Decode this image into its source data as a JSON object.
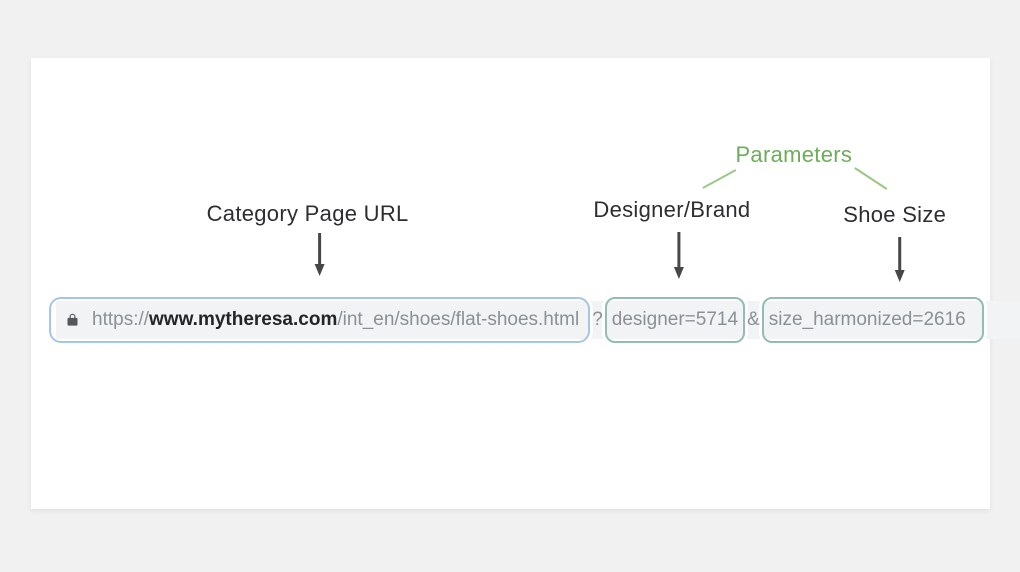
{
  "page": {
    "background": "#f1f1f1",
    "panel_background": "#ffffff"
  },
  "labels": {
    "parameters": "Parameters",
    "category_page_url": "Category Page URL",
    "designer_brand": "Designer/Brand",
    "shoe_size": "Shoe Size"
  },
  "colors": {
    "label_text": "#2e2e30",
    "parameters_green": "#6cad58",
    "branch_line_green": "#9cc784",
    "arrow": "#474747",
    "url_text_gray": "#8a9096",
    "url_domain_text": "#232629",
    "category_highlight_border": "#a5c6e9",
    "param_highlight_border": "#95bcb4",
    "urlbar_background": "#f1f3f4",
    "lock_icon": "#54575c"
  },
  "url_bar": {
    "icon": "lock-icon",
    "scheme": "https://",
    "domain": "www.mytheresa.com",
    "path": "/int_en/shoes/flat-shoes.html",
    "separator_question": "?",
    "param_designer": "designer=5714",
    "separator_ampersand": "&",
    "param_size": "size_harmonized=2616",
    "full_url": "https://www.mytheresa.com/int_en/shoes/flat-shoes.html?designer=5714&size_harmonized=2616"
  }
}
